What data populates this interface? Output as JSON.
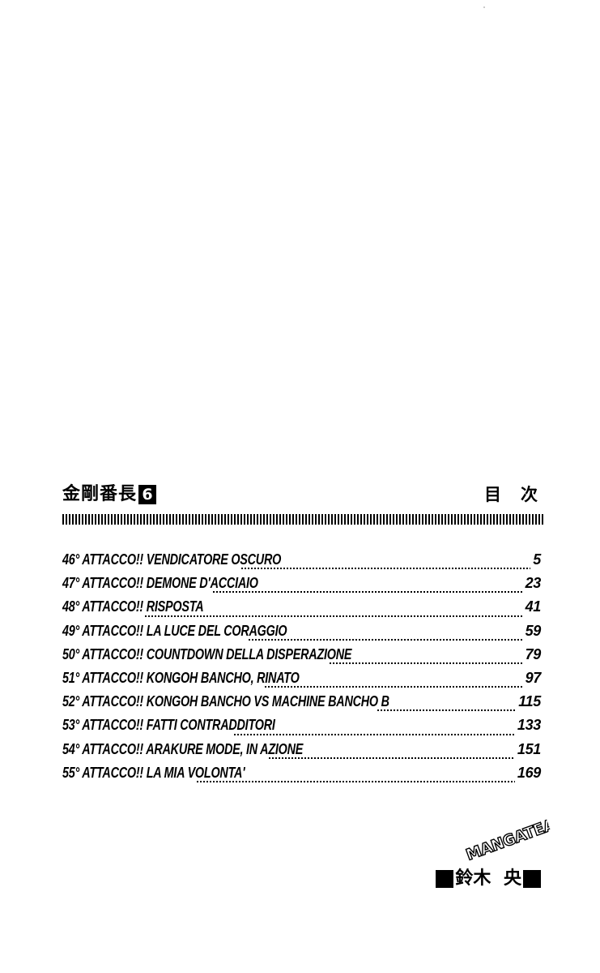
{
  "header": {
    "series_title": "金剛番長",
    "volume": "6",
    "contents_label": "目次"
  },
  "toc": [
    {
      "title": "46° ATTACCO!! VENDICATORE OSCURO",
      "page": "5"
    },
    {
      "title": "47° ATTACCO!! DEMONE D'ACCIAIO",
      "page": "23"
    },
    {
      "title": "48° ATTACCO!! RISPOSTA",
      "page": "41"
    },
    {
      "title": "49° ATTACCO!! LA LUCE DEL CORAGGIO",
      "page": "59"
    },
    {
      "title": "50° ATTACCO!! COUNTDOWN DELLA DISPERAZIONE",
      "page": "79"
    },
    {
      "title": "51° ATTACCO!! KONGOH BANCHO, RINATO",
      "page": "97"
    },
    {
      "title": "52° ATTACCO!! KONGOH BANCHO VS MACHINE BANCHO B",
      "page": "115"
    },
    {
      "title": "53° ATTACCO!! FATTI CONTRADDITORI",
      "page": "133"
    },
    {
      "title": "54° ATTACCO!! ARAKURE MODE, IN AZIONE",
      "page": "151"
    },
    {
      "title": "55° ATTACCO!! LA MIA VOLONTA'",
      "page": "169"
    }
  ],
  "author": {
    "name": "鈴木 央"
  },
  "watermark": {
    "text": "MANGATEAM"
  }
}
